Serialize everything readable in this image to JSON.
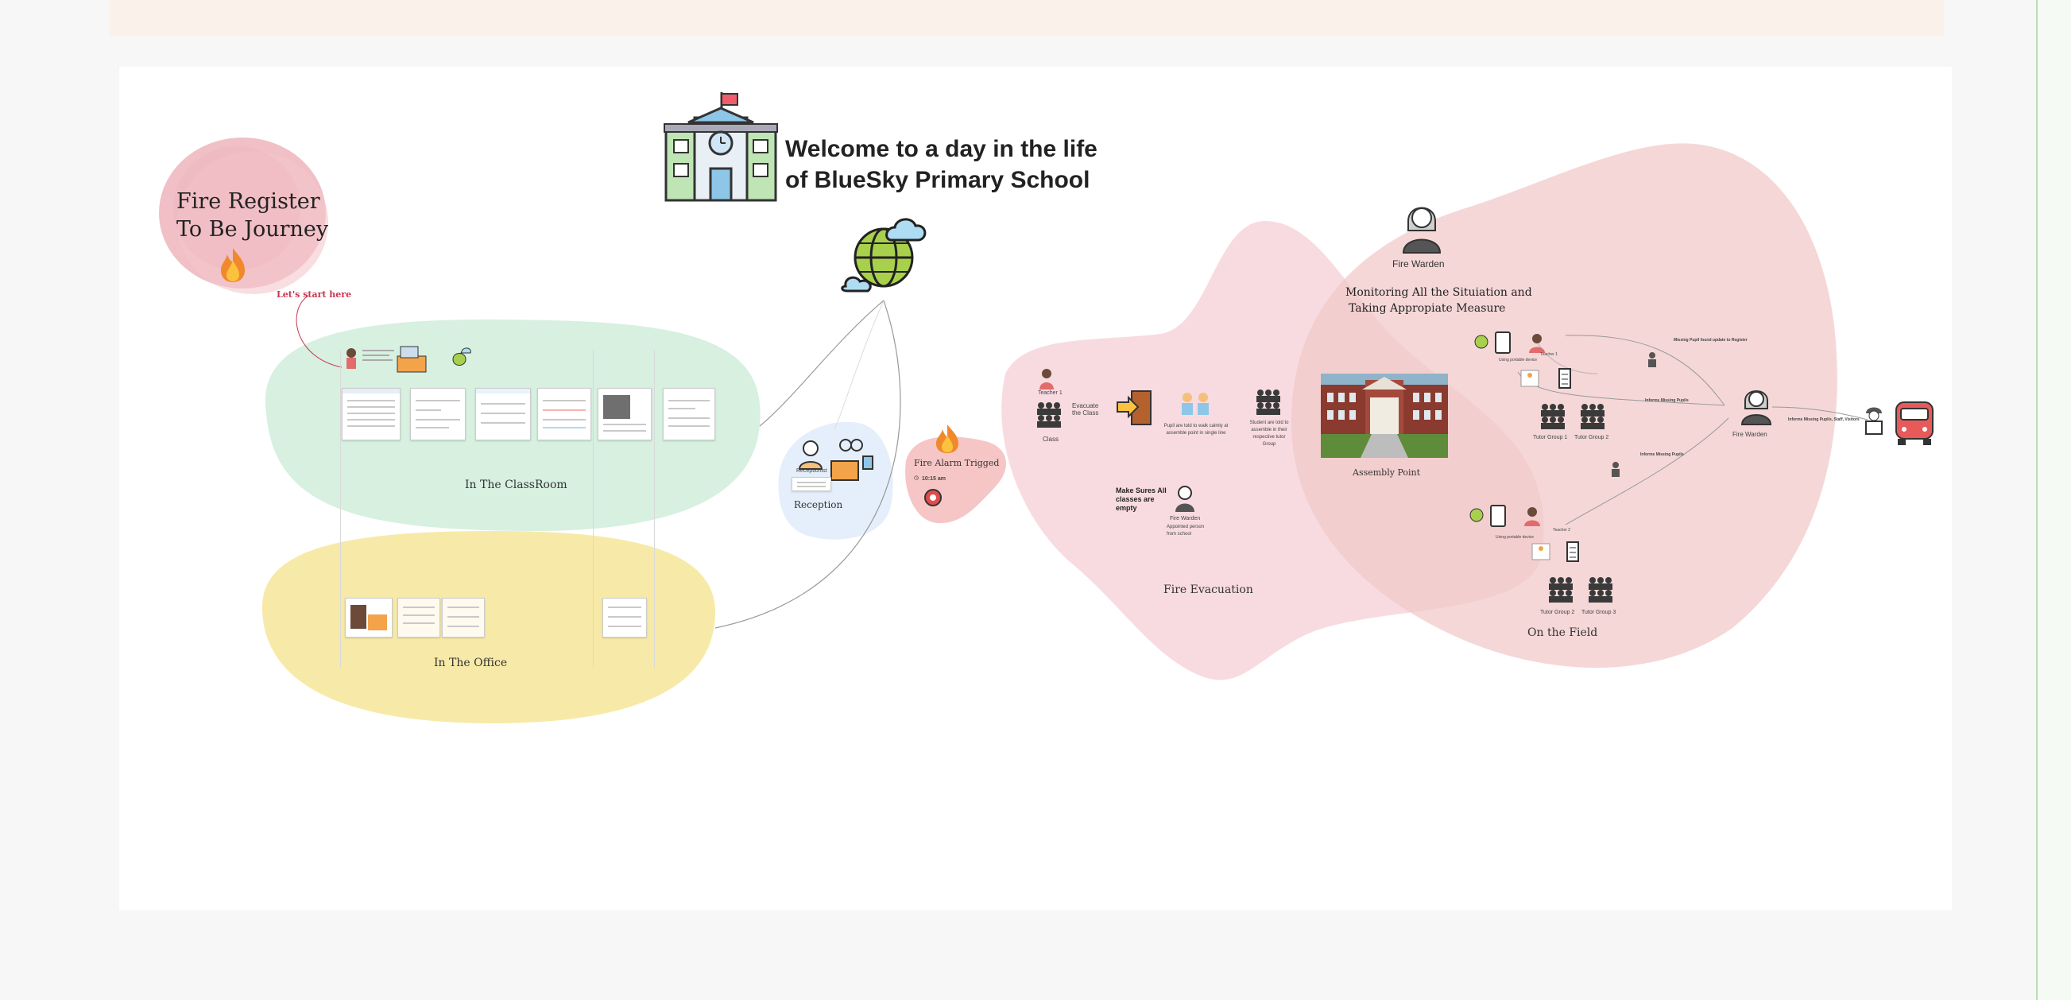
{
  "header": {
    "welcome_line1": "Welcome to a day in the life",
    "welcome_line2": "of BlueSky Primary School"
  },
  "intro": {
    "title_line1": "Fire Register",
    "title_line2": "To Be Journey",
    "start_link": "Let's start here"
  },
  "zones": {
    "classroom": "In The ClassRoom",
    "office": "In The Office",
    "reception": "Reception",
    "receptionist": "Receptionist",
    "fire_alarm": "Fire Alarm Trigged",
    "fire_alarm_time": "10:15 am",
    "fire_evacuation": "Fire Evacuation",
    "on_the_field": "On the Field",
    "assembly_point": "Assembly Point"
  },
  "evacuation": {
    "teacher": "Teacher 1",
    "evacuate": "Evacuate the Class",
    "class": "Class",
    "pupil_note": "Pupil are told to walk calmly at assemble point in single line",
    "student_note": "Student are told to assemble in their respective tutor Group",
    "make_sure": "Make Sures All classes are empty",
    "fire_warden": "Fire Warden",
    "fire_warden_note": "Appointed person from school"
  },
  "field": {
    "fire_warden_top": "Fire Warden",
    "monitoring_line1": "Monitoring All the Situiation and",
    "monitoring_line2": "Taking Appropiate Measure",
    "teacher1": "Teacher 1",
    "teacher2": "Teacher 2",
    "portable1": "Using portable device",
    "portable2": "Using portable device",
    "tutor1": "Tutor Group 1",
    "tutor2": "Tutor Group 2",
    "tutor2b": "Tutor Group 2",
    "tutor3": "Tutor Group 3",
    "fire_warden_right": "Fire Warden",
    "missing_update": "Missing Pupil found update to Register",
    "inform_missing1": "Informs Missing Pupils",
    "inform_missing2": "Informs Missing Pupils",
    "inform_services": "Informs Missing Pupils, Staff, Visitors"
  },
  "colors": {
    "classroom_blob": "#d7f0e0",
    "office_blob": "#f7eaa8",
    "reception_blob": "#e5eefb",
    "alarm_blob": "#f6c6c6",
    "evac_blob": "#f8dbe0",
    "field_blob": "#f1c9c9",
    "intro_blob": "#e58d99",
    "link_red": "#c8354f"
  },
  "icons": [
    "school-building-icon",
    "globe-icon",
    "fire-icon",
    "alarm-button-icon",
    "exit-door-icon",
    "fire-truck-icon",
    "firefighter-icon",
    "person-icon",
    "group-icon",
    "tablet-icon",
    "checklist-icon",
    "computer-icon"
  ]
}
